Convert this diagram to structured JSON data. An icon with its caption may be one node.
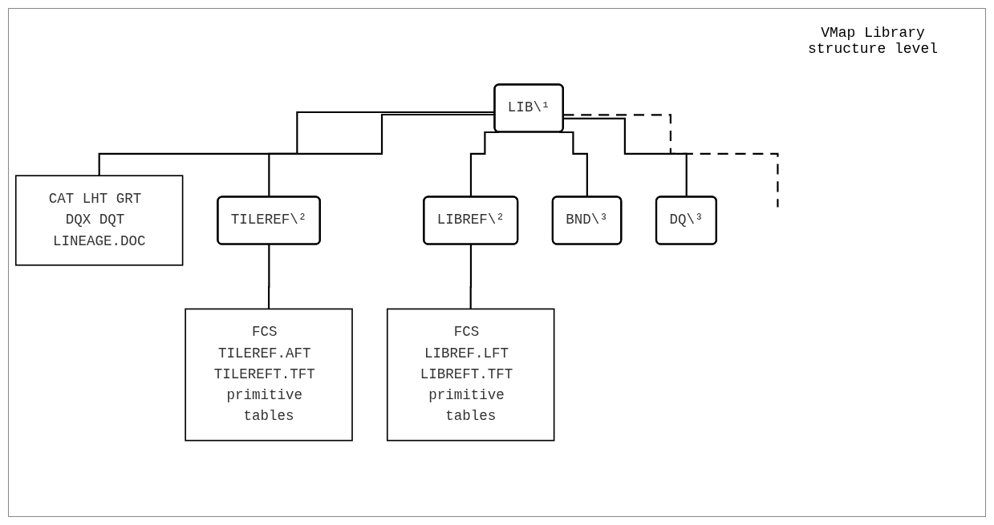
{
  "diagram": {
    "nodes": [
      {
        "text": [
          "LIB\\¹"
        ]
      },
      {
        "text": [
          "CAT LHT GRT DQX DQT LINEAGE.DOC"
        ]
      },
      {
        "text": [
          "TILEREF\\²"
        ]
      },
      {
        "text": [
          "FCS TILEREF.AFT TILEREFT.TFT primitive tables"
        ]
      },
      {
        "text": [
          "LIBREF\\²"
        ]
      },
      {
        "text": [
          "FCS LIBREF.LFT LIBREFT.TFT primitive tables"
        ]
      },
      {
        "text": [
          "BND\\³"
        ]
      },
      {
        "text": [
          "DQ\\³"
        ]
      }
    ],
    "edges": [
      {
        "from": 0,
        "to": 1,
        "arrow": "none"
      },
      {
        "from": 0,
        "to": 2,
        "arrow": "none"
      },
      {
        "from": 0,
        "to": 4,
        "arrow": "none"
      },
      {
        "from": 0,
        "to": 6,
        "arrow": "none"
      },
      {
        "from": 0,
        "to": 7,
        "arrow": "none"
      },
      {
        "from": 0,
        "to": null,
        "arrow": "none",
        "style": "dashed"
      },
      {
        "from": 2,
        "to": 3,
        "arrow": "none"
      },
      {
        "from": 4,
        "to": 5,
        "arrow": "none"
      }
    ],
    "labels": [
      "VMap Library structure level"
    ]
  }
}
